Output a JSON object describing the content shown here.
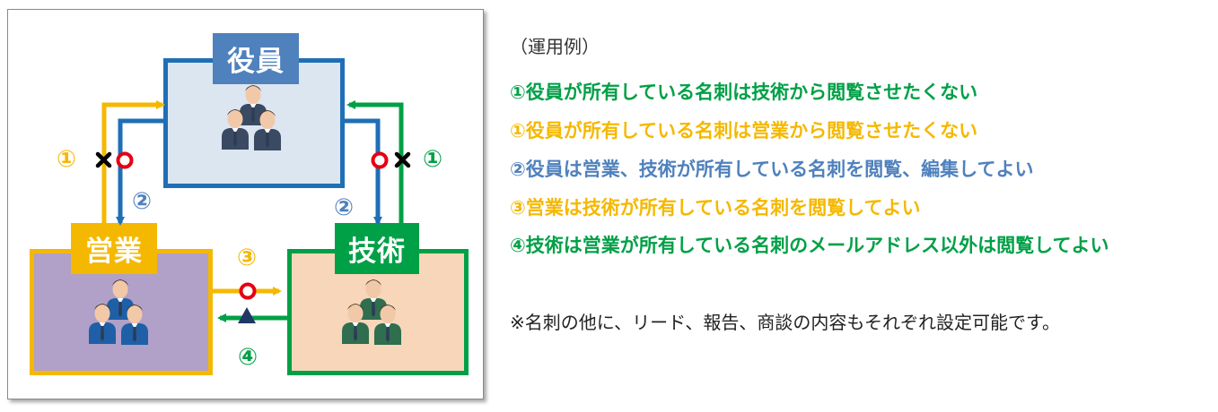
{
  "diagram": {
    "executives": {
      "title": "役員",
      "color": "#1f6fb5",
      "fill": "#dce6f1",
      "label_bg": "#4f81bd"
    },
    "sales": {
      "title": "営業",
      "color": "#f5b800",
      "fill": "#b1a0c7"
    },
    "engineering": {
      "title": "技術",
      "color": "#00a046",
      "fill": "#f8d6b9"
    },
    "labels": {
      "left_one": "①",
      "right_one": "①",
      "left_two": "②",
      "right_two": "②",
      "three": "③",
      "four": "④"
    },
    "colors": {
      "allow_mark": "#e60012",
      "deny_mark": "#000000",
      "partial_mark": "#1f3864"
    }
  },
  "panel": {
    "heading": "（運用例）",
    "rules": [
      {
        "text": "①役員が所有している名刺は技術から閲覧させたくない",
        "color": "#00a046"
      },
      {
        "text": "①役員が所有している名刺は営業から閲覧させたくない",
        "color": "#f5b800"
      },
      {
        "text": "②役員は営業、技術が所有している名刺を閲覧、編集してよい",
        "color": "#4f81bd"
      },
      {
        "text": "③営業は技術が所有している名刺を閲覧してよい",
        "color": "#f5b800"
      },
      {
        "text": "④技術は営業が所有している名刺のメールアドレス以外は閲覧してよい",
        "color": "#00a046"
      }
    ],
    "note": "※名刺の他に、リード、報告、商談の内容もそれぞれ設定可能です。"
  }
}
